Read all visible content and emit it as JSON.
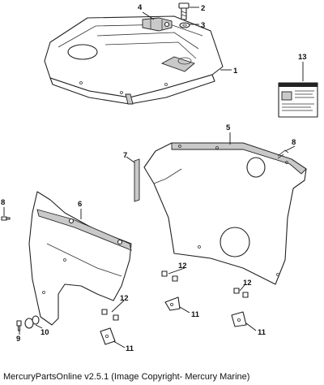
{
  "callouts": {
    "c1": "1",
    "c2": "2",
    "c3": "3",
    "c4": "4",
    "c5": "5",
    "c6": "6",
    "c7": "7",
    "c8a": "8",
    "c8b": "8",
    "c9": "9",
    "c10": "10",
    "c11a": "11",
    "c11b": "11",
    "c11c": "11",
    "c12a": "12",
    "c12b": "12",
    "c12c": "12",
    "c13": "13"
  },
  "footer": {
    "text": "MercuryPartsOnline v2.5.1 (Image Copyright- Mercury Marine)"
  },
  "colors": {
    "line": "#222222",
    "shade": "#c9c9c9",
    "background": "#ffffff"
  }
}
